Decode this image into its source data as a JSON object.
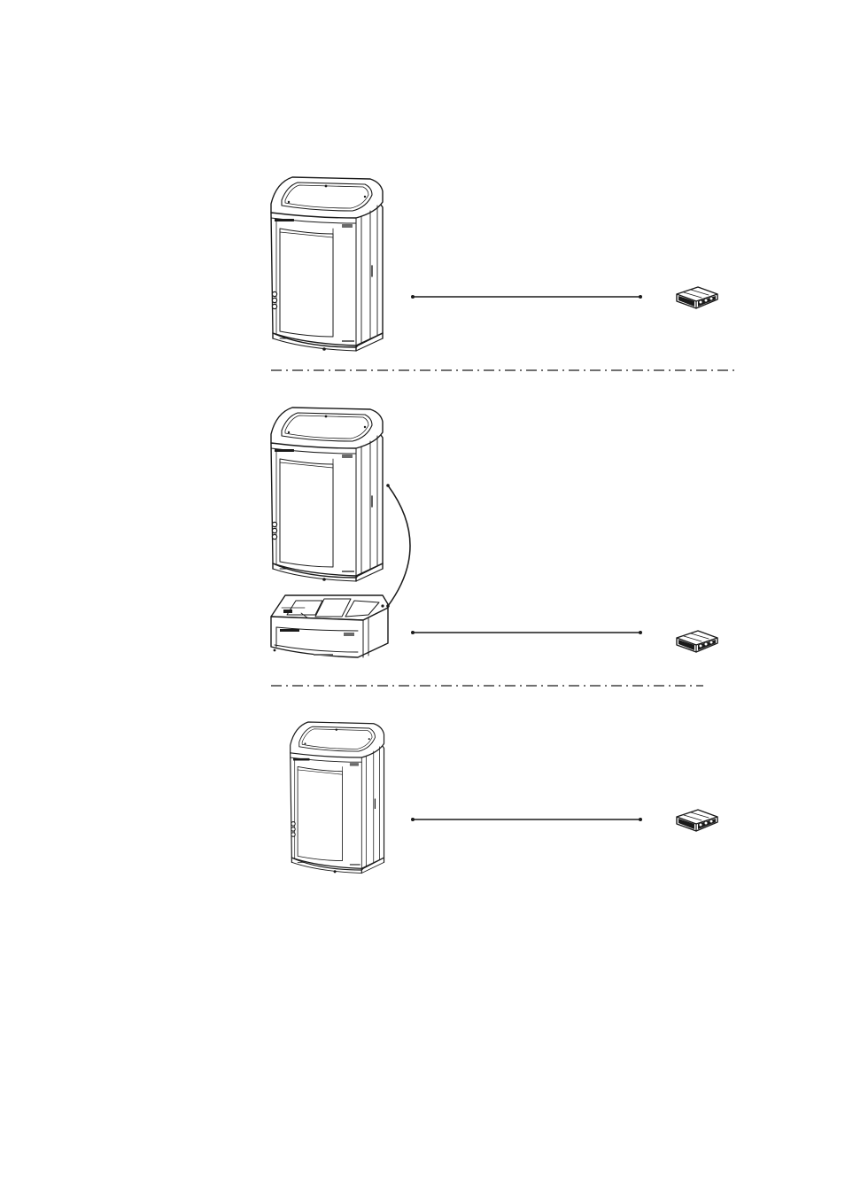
{
  "colors": {
    "ink": "#1a1a1a",
    "background": "#ffffff",
    "separator": "#1a1a1a"
  },
  "configurations": [
    {
      "name": "tower-unit-with-module",
      "components": [
        "cabinet-tower",
        "connection-cable",
        "connector-module"
      ]
    },
    {
      "name": "tower-and-base-unit-with-module",
      "components": [
        "cabinet-tower",
        "base-unit",
        "curved-link-cable",
        "connection-cable",
        "connector-module"
      ]
    },
    {
      "name": "compact-tower-with-module",
      "components": [
        "cabinet-tower-compact",
        "connection-cable",
        "connector-module"
      ]
    }
  ],
  "separators": {
    "style": "dash-dot",
    "count": 2
  },
  "icons": [
    "cabinet-icon",
    "base-unit-icon",
    "connector-module-icon"
  ]
}
